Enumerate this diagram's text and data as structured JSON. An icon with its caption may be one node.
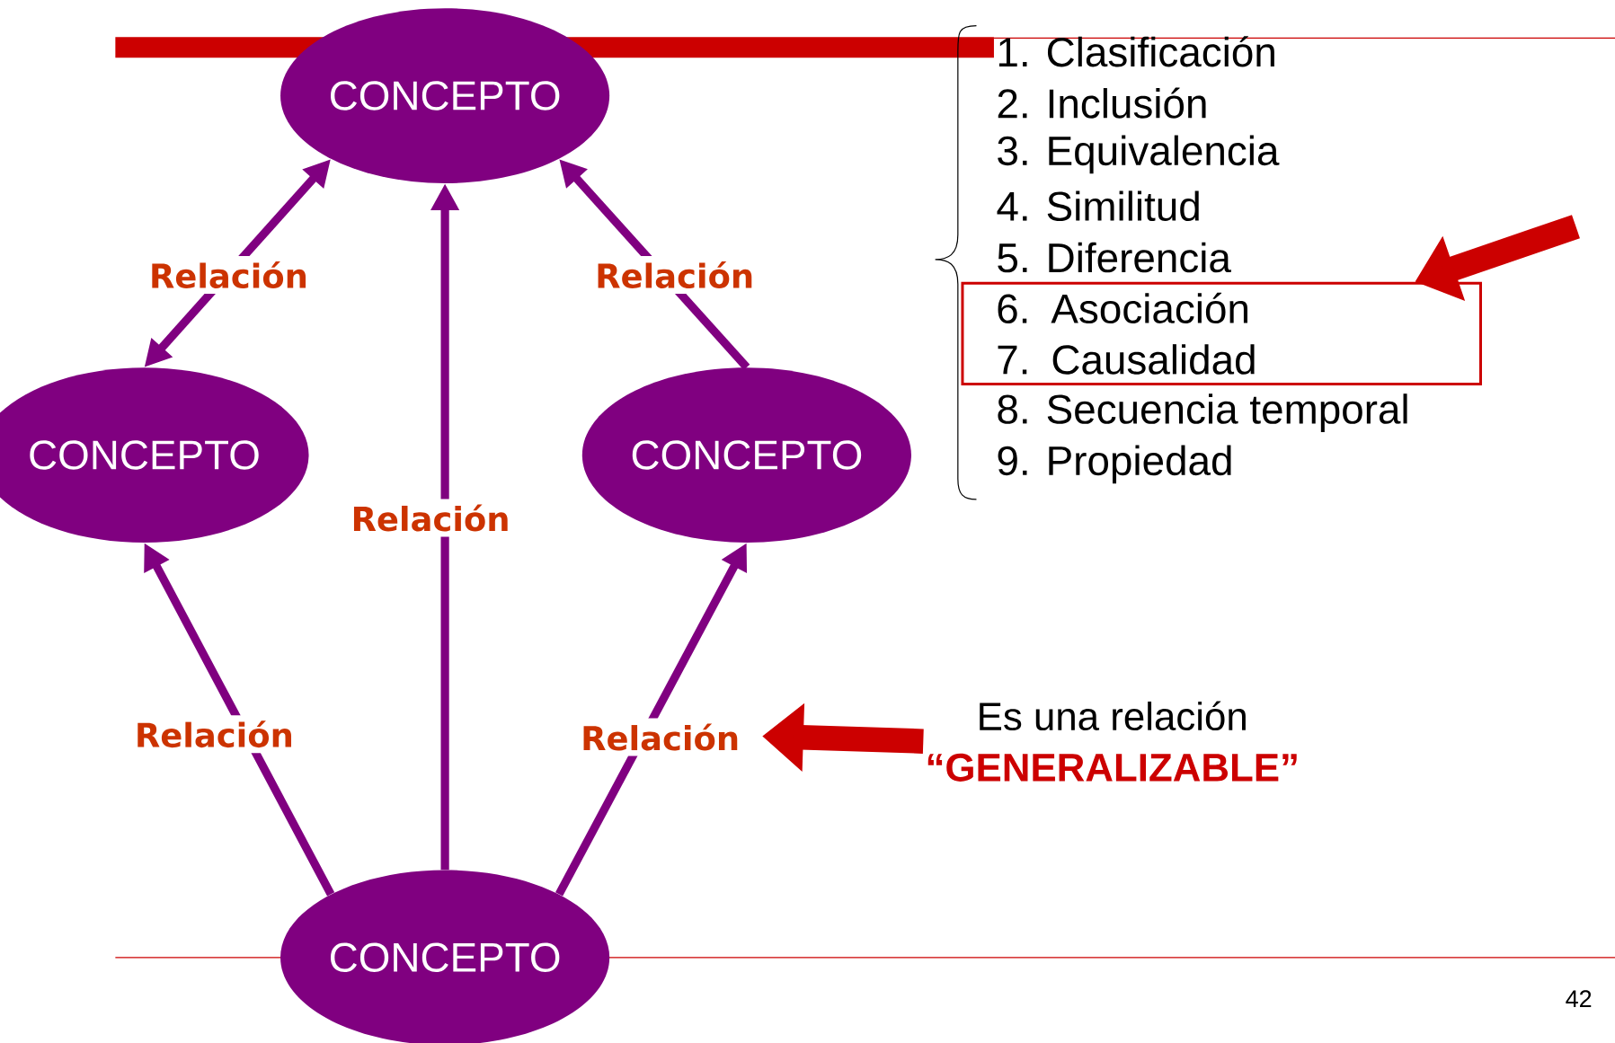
{
  "diagram": {
    "nodes": [
      {
        "text": [
          "CONCEPTO"
        ]
      },
      {
        "text": [
          "CONCEPTO"
        ]
      },
      {
        "text": [
          "CONCEPTO"
        ]
      },
      {
        "text": [
          "CONCEPTO"
        ]
      },
      {
        "text": [
          "6. Asociación",
          "7. Causalidad"
        ]
      },
      {
        "text": [
          "Es una relación",
          "“GENERALIZABLE”"
        ]
      }
    ],
    "edges": [
      {
        "from": 1,
        "to": 0,
        "arrow": "both",
        "label": "Relación"
      },
      {
        "from": 2,
        "to": 0,
        "arrow": "to",
        "label": "Relación"
      },
      {
        "from": 3,
        "to": 0,
        "arrow": "to",
        "label": "Relación"
      },
      {
        "from": 3,
        "to": 1,
        "arrow": "to",
        "label": "Relación"
      },
      {
        "from": 3,
        "to": 2,
        "arrow": "to",
        "label": "Relación"
      },
      {
        "from": null,
        "to": 4,
        "arrow": "to",
        "style": "thick",
        "color": "#cc0000"
      },
      {
        "from": 5,
        "to": null,
        "arrow": "to",
        "style": "thick",
        "color": "#cc0000"
      }
    ],
    "labels": [
      "1. Clasificación",
      "2. Inclusión",
      "3. Equivalencia",
      "4. Similitud",
      "5. Diferencia",
      "8. Secuencia temporal",
      "9. Propiedad",
      "42"
    ]
  }
}
